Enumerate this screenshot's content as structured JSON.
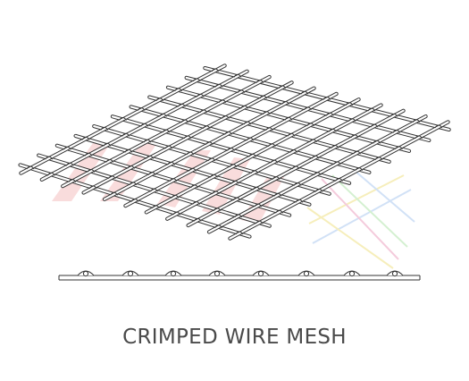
{
  "caption": {
    "title": "CRIMPED WIRE MESH"
  },
  "diagram": {
    "subject": "crimped-wire-mesh",
    "views": [
      "perspective-mesh",
      "crimp-profile"
    ],
    "colors": {
      "wire_stroke": "#333333",
      "wire_fill": "#ffffff",
      "caption_text": "#4a4a4a",
      "watermark_red": "#f6cfd0",
      "watermark_yellow": "#f5ecb0",
      "watermark_blue": "#c9dcf5",
      "watermark_pink": "#f3c3d6",
      "watermark_green": "#cdeec9"
    }
  }
}
